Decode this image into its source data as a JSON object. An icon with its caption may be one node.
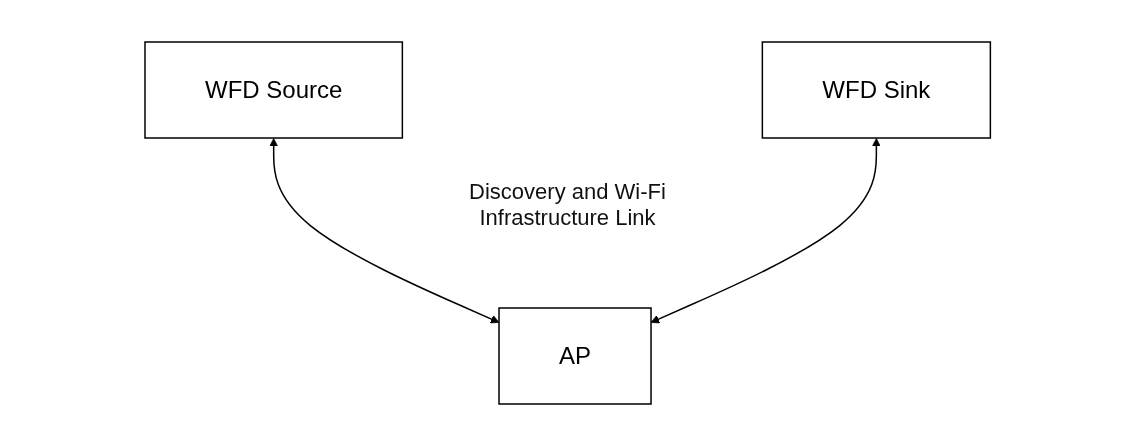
{
  "diagram": {
    "nodes": [
      {
        "text": [
          "WFD Source"
        ]
      },
      {
        "text": [
          "WFD Sink"
        ]
      },
      {
        "text": [
          "AP"
        ]
      }
    ],
    "edges": [
      {
        "from": 0,
        "to": 2,
        "arrow": "both"
      },
      {
        "from": 1,
        "to": 2,
        "arrow": "both"
      }
    ],
    "labels": [
      "Discovery and Wi-Fi Infrastructure Link"
    ]
  }
}
